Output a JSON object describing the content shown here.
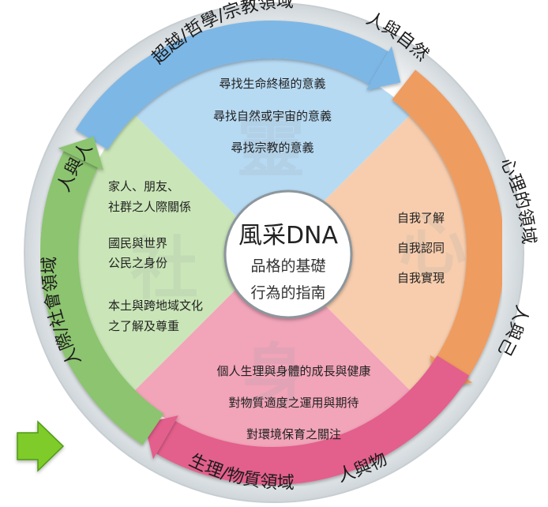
{
  "center": {
    "title": "風采DNA",
    "line1": "品格的基礎",
    "line2": "行為的指南"
  },
  "quadrants": {
    "top": [
      "尋找生命終極的意義",
      "尋找自然或宇宙的意義",
      "尋找宗教的意義"
    ],
    "left": [
      "家人、朋友、",
      "社群之人際關係",
      "國民與世界",
      "公民之身份",
      "本土與跨地域文化",
      "之了解及尊重"
    ],
    "right": [
      "自我了解",
      "自我認同",
      "自我實現"
    ],
    "bottom": [
      "個人生理與身體的成長與健康",
      "對物質適度之運用與期待",
      "對環境保育之關注"
    ]
  },
  "ring": {
    "top_a": "超越/哲學/宗教領域",
    "top_b": "人與自然",
    "right_a": "心理的領域",
    "right_b": "人與己",
    "bottom_a": "生理/物質領域",
    "bottom_b": "人與物",
    "left_a": "人際/社會領域",
    "left_b": "人與人"
  },
  "watermarks": [
    "靈",
    "心",
    "身",
    "社"
  ],
  "colors": {
    "blue": "#7db7e6",
    "blue_light": "#b7daf3",
    "orange": "#ef9c61",
    "orange_light": "#f7cdae",
    "pink": "#e35f8c",
    "pink_light": "#f2a4b9",
    "green": "#8cc46f",
    "green_light": "#cae6b8",
    "arrow": "#7ecb2a"
  },
  "icons": {
    "next": "right-arrow-icon"
  }
}
